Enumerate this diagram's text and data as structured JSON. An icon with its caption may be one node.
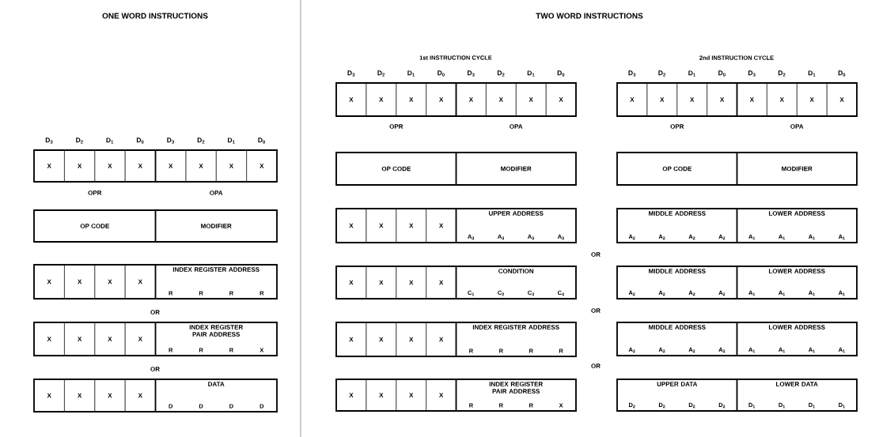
{
  "diagram": {
    "nodes": [
      {
        "text": [
          "X"
        ]
      },
      {
        "text": [
          "X"
        ]
      },
      {
        "text": [
          "X"
        ]
      },
      {
        "text": [
          "X"
        ]
      },
      {
        "text": [
          "X"
        ]
      },
      {
        "text": [
          "X"
        ]
      },
      {
        "text": [
          "X"
        ]
      },
      {
        "text": [
          "X"
        ]
      },
      {
        "text": [
          "OP CODE"
        ]
      },
      {
        "text": [
          "MODIFIER"
        ]
      },
      {
        "text": [
          "X"
        ]
      },
      {
        "text": [
          "X"
        ]
      },
      {
        "text": [
          "X"
        ]
      },
      {
        "text": [
          "X"
        ]
      },
      {
        "text": [
          "INDEX REGISTER ADDRESS",
          "R",
          "R",
          "R",
          "R"
        ]
      },
      {
        "text": [
          "X"
        ]
      },
      {
        "text": [
          "X"
        ]
      },
      {
        "text": [
          "X"
        ]
      },
      {
        "text": [
          "X"
        ]
      },
      {
        "text": [
          "INDEX REGISTER PAIR ADDRESS",
          "R",
          "R",
          "R",
          "X"
        ]
      },
      {
        "text": [
          "X"
        ]
      },
      {
        "text": [
          "X"
        ]
      },
      {
        "text": [
          "X"
        ]
      },
      {
        "text": [
          "X"
        ]
      },
      {
        "text": [
          "DATA",
          "D",
          "D",
          "D",
          "D"
        ]
      },
      {
        "text": [
          "X"
        ]
      },
      {
        "text": [
          "X"
        ]
      },
      {
        "text": [
          "X"
        ]
      },
      {
        "text": [
          "X"
        ]
      },
      {
        "text": [
          "X"
        ]
      },
      {
        "text": [
          "X"
        ]
      },
      {
        "text": [
          "X"
        ]
      },
      {
        "text": [
          "X"
        ]
      },
      {
        "text": [
          "OP CODE"
        ]
      },
      {
        "text": [
          "MODIFIER"
        ]
      },
      {
        "text": [
          "X"
        ]
      },
      {
        "text": [
          "X"
        ]
      },
      {
        "text": [
          "X"
        ]
      },
      {
        "text": [
          "X"
        ]
      },
      {
        "text": [
          "UPPER ADDRESS",
          "A$_{3}$",
          "A$_{3}$",
          "A$_{3}$",
          "A$_{3}$"
        ]
      },
      {
        "text": [
          "X"
        ]
      },
      {
        "text": [
          "X"
        ]
      },
      {
        "text": [
          "X"
        ]
      },
      {
        "text": [
          "X"
        ]
      },
      {
        "text": [
          "CONDITION",
          "C$_{1}$",
          "C$_{2}$",
          "C$_{3}$",
          "C$_{4}$"
        ]
      },
      {
        "text": [
          "X"
        ]
      },
      {
        "text": [
          "X"
        ]
      },
      {
        "text": [
          "X"
        ]
      },
      {
        "text": [
          "X"
        ]
      },
      {
        "text": [
          "INDEX REGISTER ADDRESS",
          "R",
          "R",
          "R",
          "R"
        ]
      },
      {
        "text": [
          "X"
        ]
      },
      {
        "text": [
          "X"
        ]
      },
      {
        "text": [
          "X"
        ]
      },
      {
        "text": [
          "X"
        ]
      },
      {
        "text": [
          "INDEX REGISTER PAIR ADDRESS",
          "R",
          "R",
          "R",
          "X"
        ]
      },
      {
        "text": [
          "X"
        ]
      },
      {
        "text": [
          "X"
        ]
      },
      {
        "text": [
          "X"
        ]
      },
      {
        "text": [
          "X"
        ]
      },
      {
        "text": [
          "X"
        ]
      },
      {
        "text": [
          "X"
        ]
      },
      {
        "text": [
          "X"
        ]
      },
      {
        "text": [
          "X"
        ]
      },
      {
        "text": [
          "OP CODE"
        ]
      },
      {
        "text": [
          "MODIFIER"
        ]
      },
      {
        "text": [
          "MIDDLE ADDRESS",
          "A$_{2}$",
          "A$_{2}$",
          "A$_{2}$",
          "A$_{2}$"
        ]
      },
      {
        "text": [
          "LOWER ADDRESS",
          "A$_{1}$",
          "A$_{1}$",
          "A$_{1}$",
          "A$_{1}$"
        ]
      },
      {
        "text": [
          "MIDDLE ADDRESS",
          "A$_{2}$",
          "A$_{2}$",
          "A$_{2}$",
          "A$_{2}$"
        ]
      },
      {
        "text": [
          "LOWER ADDRESS",
          "A$_{1}$",
          "A$_{1}$",
          "A$_{1}$",
          "A$_{1}$"
        ]
      },
      {
        "text": [
          "MIDDLE ADDRESS",
          "A$_{2}$",
          "A$_{2}$",
          "A$_{2}$",
          "A$_{2}$"
        ]
      },
      {
        "text": [
          "LOWER ADDRESS",
          "A$_{1}$",
          "A$_{1}$",
          "A$_{1}$",
          "A$_{1}$"
        ]
      },
      {
        "text": [
          "UPPER DATA",
          "D$_{2}$",
          "D$_{2}$",
          "D$_{2}$",
          "D$_{2}$"
        ]
      },
      {
        "text": [
          "LOWER DATA",
          "D$_{1}$",
          "D$_{1}$",
          "D$_{1}$",
          "D$_{1}$"
        ]
      }
    ],
    "labels": [
      "ONE WORD INSTRUCTIONS",
      "TWO WORD INSTRUCTIONS",
      "D$_{3}$",
      "D$_{2}$",
      "D$_{1}$",
      "D$_{0}$",
      "D$_{3}$",
      "D$_{2}$",
      "D$_{1}$",
      "D$_{0}$",
      "OPR",
      "OPA",
      "OR",
      "OR",
      "1st INSTRUCTION CYCLE",
      "D$_{3}$",
      "D$_{2}$",
      "D$_{1}$",
      "D$_{0}$",
      "D$_{3}$",
      "D$_{2}$",
      "D$_{1}$",
      "D$_{0}$",
      "OPR",
      "OPA",
      "2nd INSTRUCTION CYCLE",
      "D$_{3}$",
      "D$_{2}$",
      "D$_{1}$",
      "D$_{0}$",
      "D$_{3}$",
      "D$_{2}$",
      "D$_{1}$",
      "D$_{0}$",
      "OPR",
      "OPA",
      "OR",
      "OR",
      "OR"
    ]
  }
}
